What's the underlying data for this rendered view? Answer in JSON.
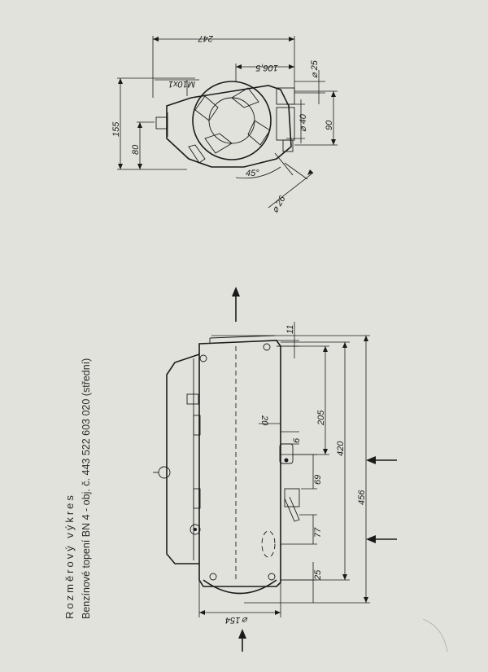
{
  "title": {
    "line1": "Rozměrový výkres",
    "line2": "Benzínové topení BN 4 - obj. č. 443 522 603 020 (střední)"
  },
  "top_view_dims": {
    "d247": "247",
    "d106_5": "106,5",
    "d25": "⌀ 25",
    "m10": "M10x1",
    "d155": "155",
    "d80": "80",
    "d40": "⌀ 40",
    "d90": "90",
    "a45": "45°",
    "d26": "⌀ 26"
  },
  "side_view_dims": {
    "d11": "11",
    "d20": "20",
    "d205": "205",
    "d6": "6",
    "d420": "420",
    "d69": "69",
    "d456": "456",
    "d77": "77",
    "d25": "25",
    "d154": "⌀ 154"
  }
}
